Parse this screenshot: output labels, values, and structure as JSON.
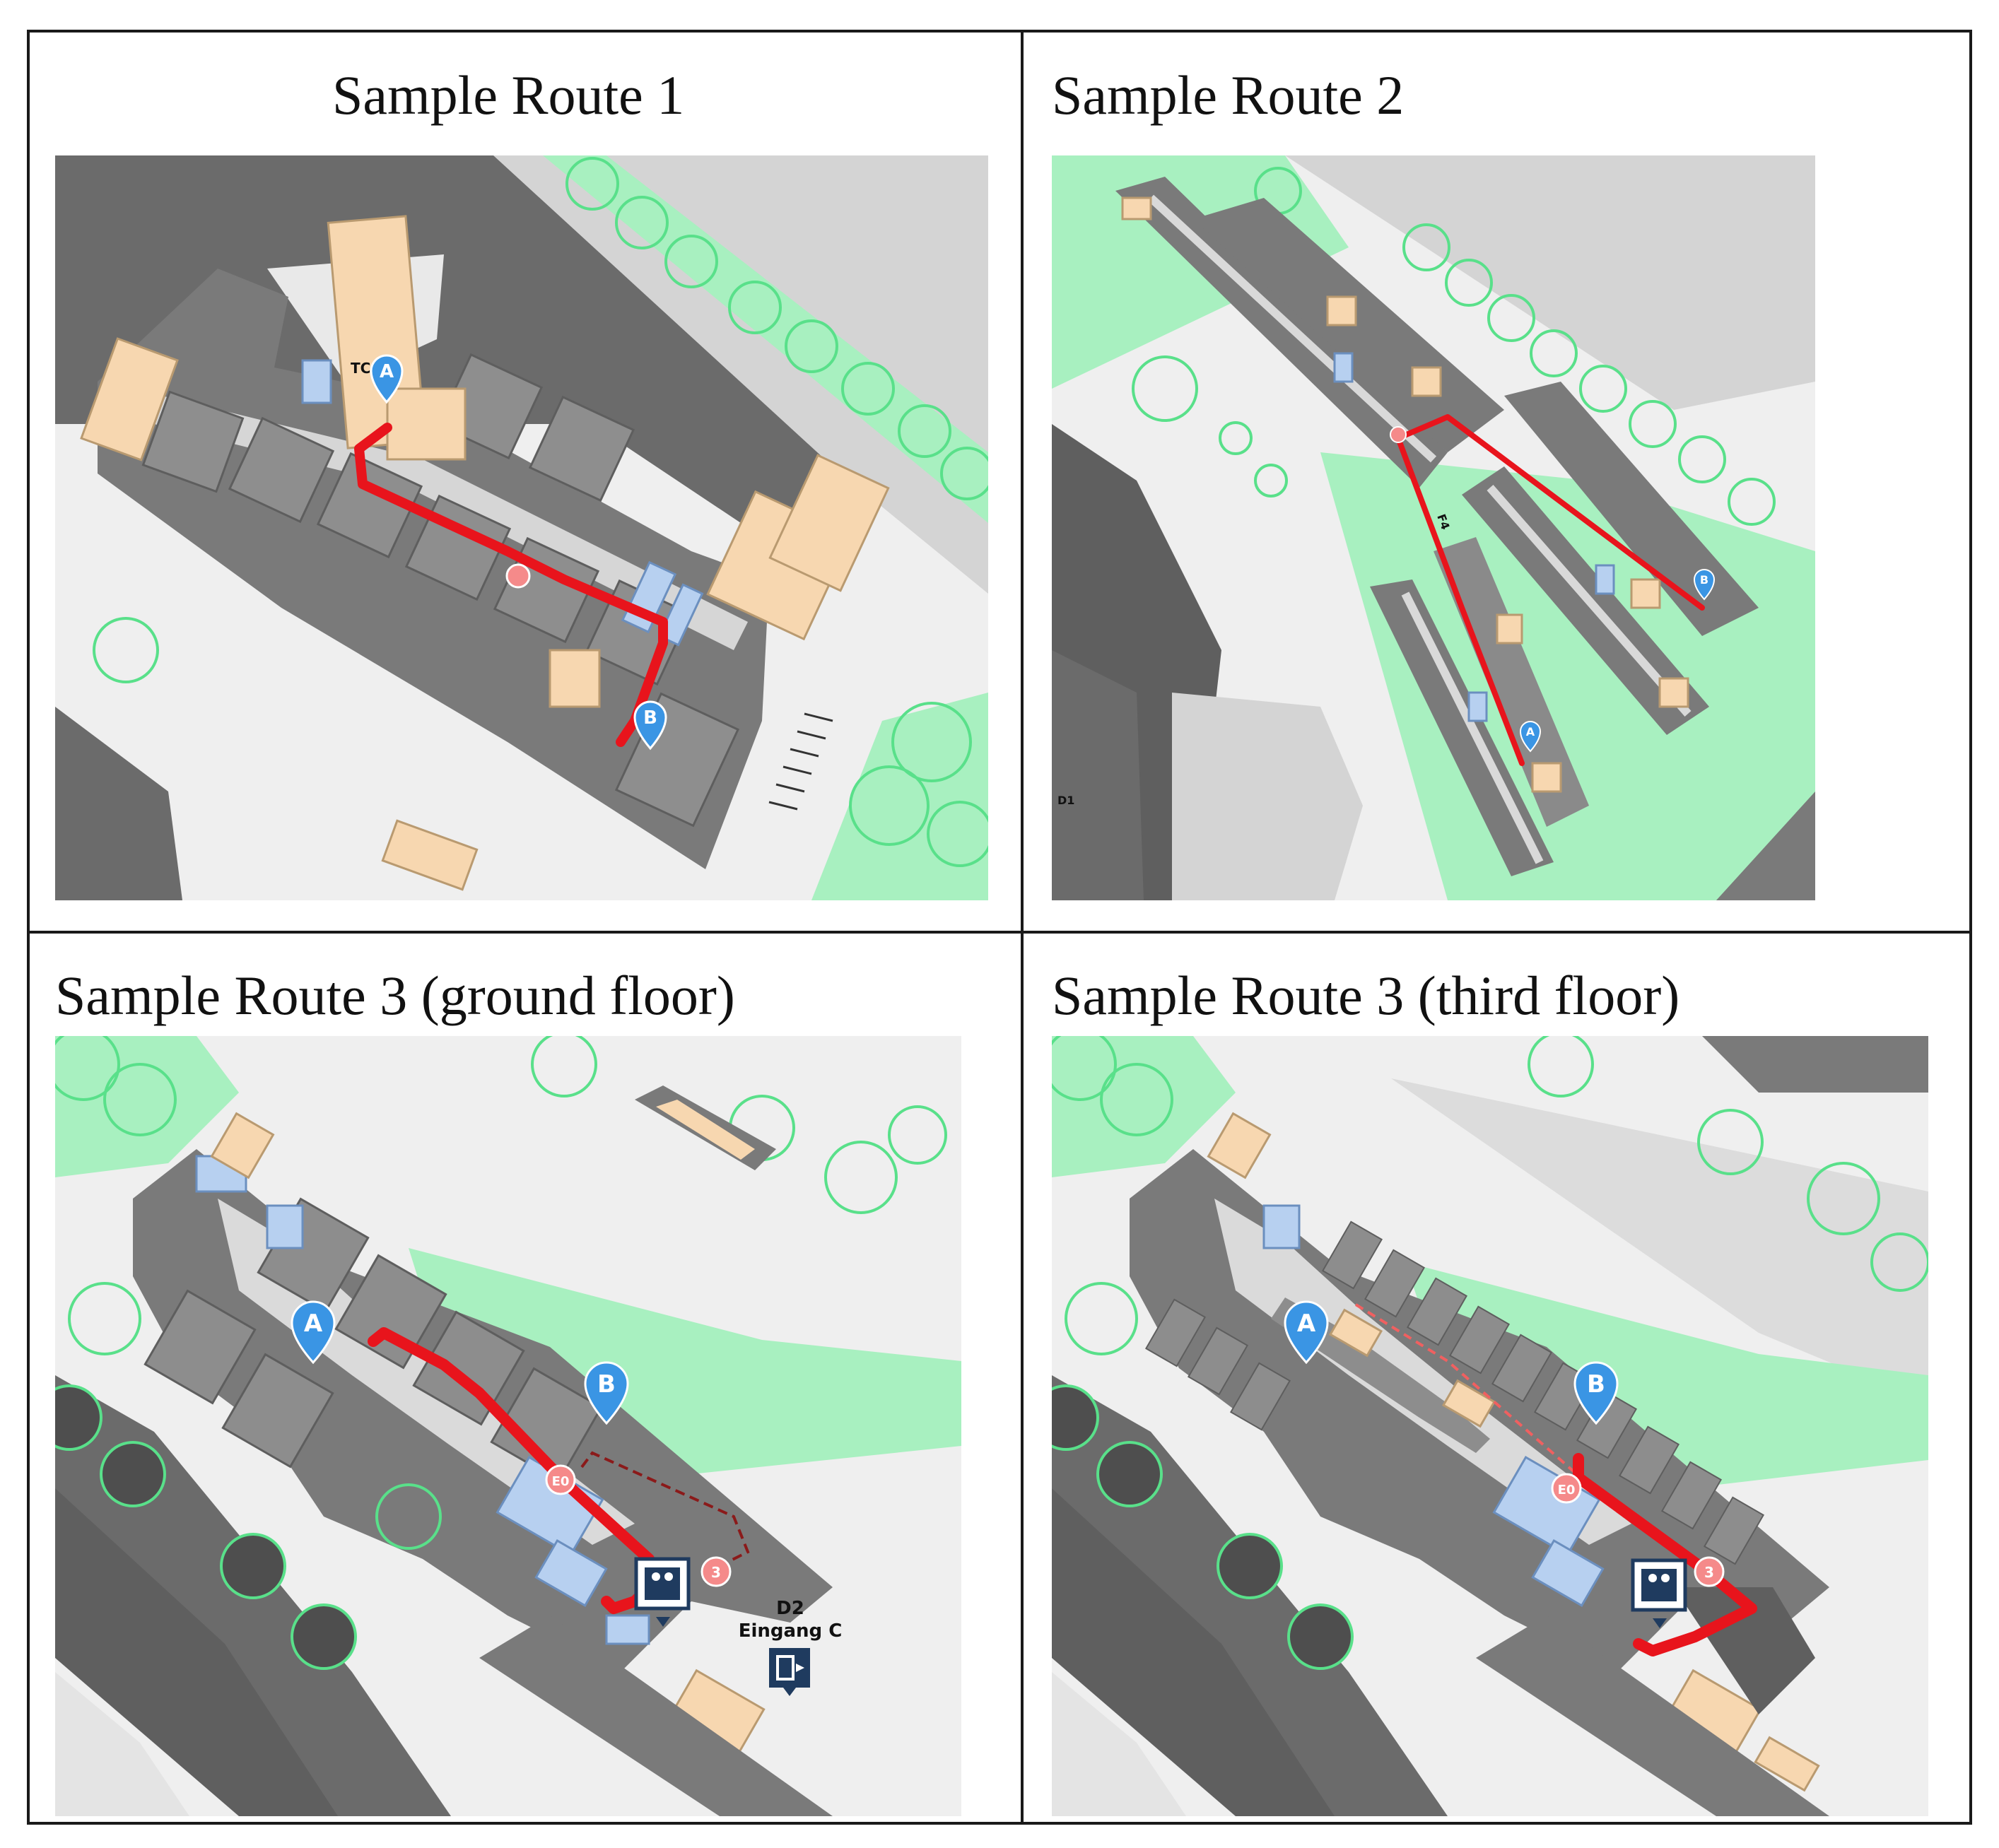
{
  "panels": [
    {
      "title": "Sample Route 1"
    },
    {
      "title": "Sample Route 2"
    },
    {
      "title": "Sample Route 3 (ground floor)"
    },
    {
      "title": "Sample Route 3 (third floor)"
    }
  ],
  "markers": {
    "start": "A",
    "end": "B",
    "floor_change": "E0",
    "floor_three": "3"
  },
  "map_labels": {
    "r1_building": "TC",
    "r2_building_a": "F4",
    "r2_building_b": "D1",
    "r3_building": "D2",
    "r3_entrance": "Eingang C"
  },
  "colors": {
    "route": "#e8141c",
    "building": "#6f6f6f",
    "room": "#8c8c8c",
    "corridor": "#d9d9d9",
    "green": "#a8f0c0",
    "tree": "#59e08a",
    "stairs": "#f7d7b0",
    "restroom": "#b7d0f0",
    "marker": "#3a95e4",
    "background": "#efefef"
  },
  "icons": [
    "location-pin-icon",
    "floor-change-icon",
    "elevator-icon",
    "entrance-icon",
    "tree-icon"
  ]
}
